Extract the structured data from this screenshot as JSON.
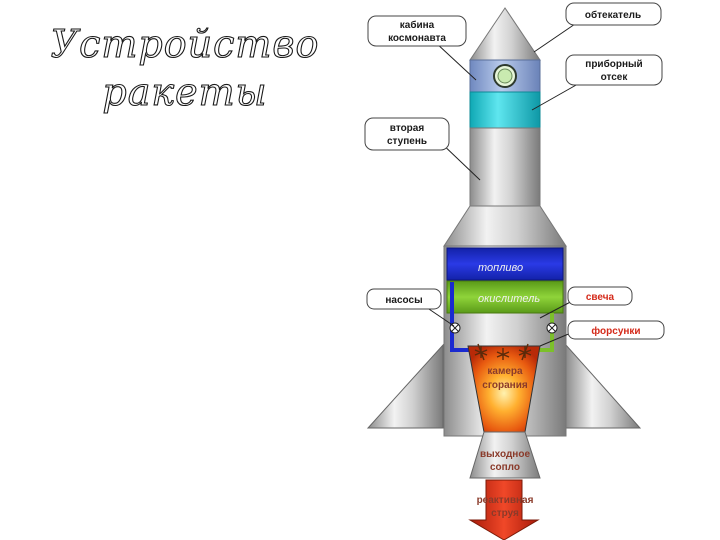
{
  "title": {
    "line1": "Устройство",
    "line2": "ракеты"
  },
  "labels": {
    "fairing": "обтекатель",
    "cabin_l1": "кабина",
    "cabin_l2": "космонавта",
    "instrument_l1": "приборный",
    "instrument_l2": "отсек",
    "stage2_l1": "вторая",
    "stage2_l2": "ступень",
    "fuel": "топливо",
    "oxidizer": "окислитель",
    "pumps": "насосы",
    "spark": "свеча",
    "injectors": "форсунки",
    "chamber_l1": "камера",
    "chamber_l2": "сгорания",
    "nozzle_l1": "выходное",
    "nozzle_l2": "сопло",
    "jet_l1": "реактивная",
    "jet_l2": "струя"
  },
  "colors": {
    "fuel": "#1f2fd0",
    "oxidizer": "#7cc02a",
    "instrument": "#1cc6d2",
    "cabin": "#8fa8d8",
    "jet": "#d93a20",
    "spark": "#d42a1a"
  }
}
